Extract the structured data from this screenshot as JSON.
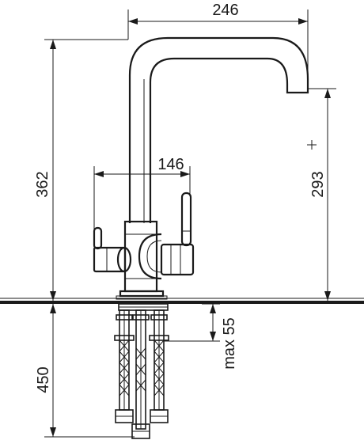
{
  "dimensions": {
    "spout_reach": "246",
    "filter_handle_span": "146",
    "total_height": "362",
    "spout_height": "293",
    "max_counter_thickness": "max 55",
    "hose_length": "450"
  }
}
